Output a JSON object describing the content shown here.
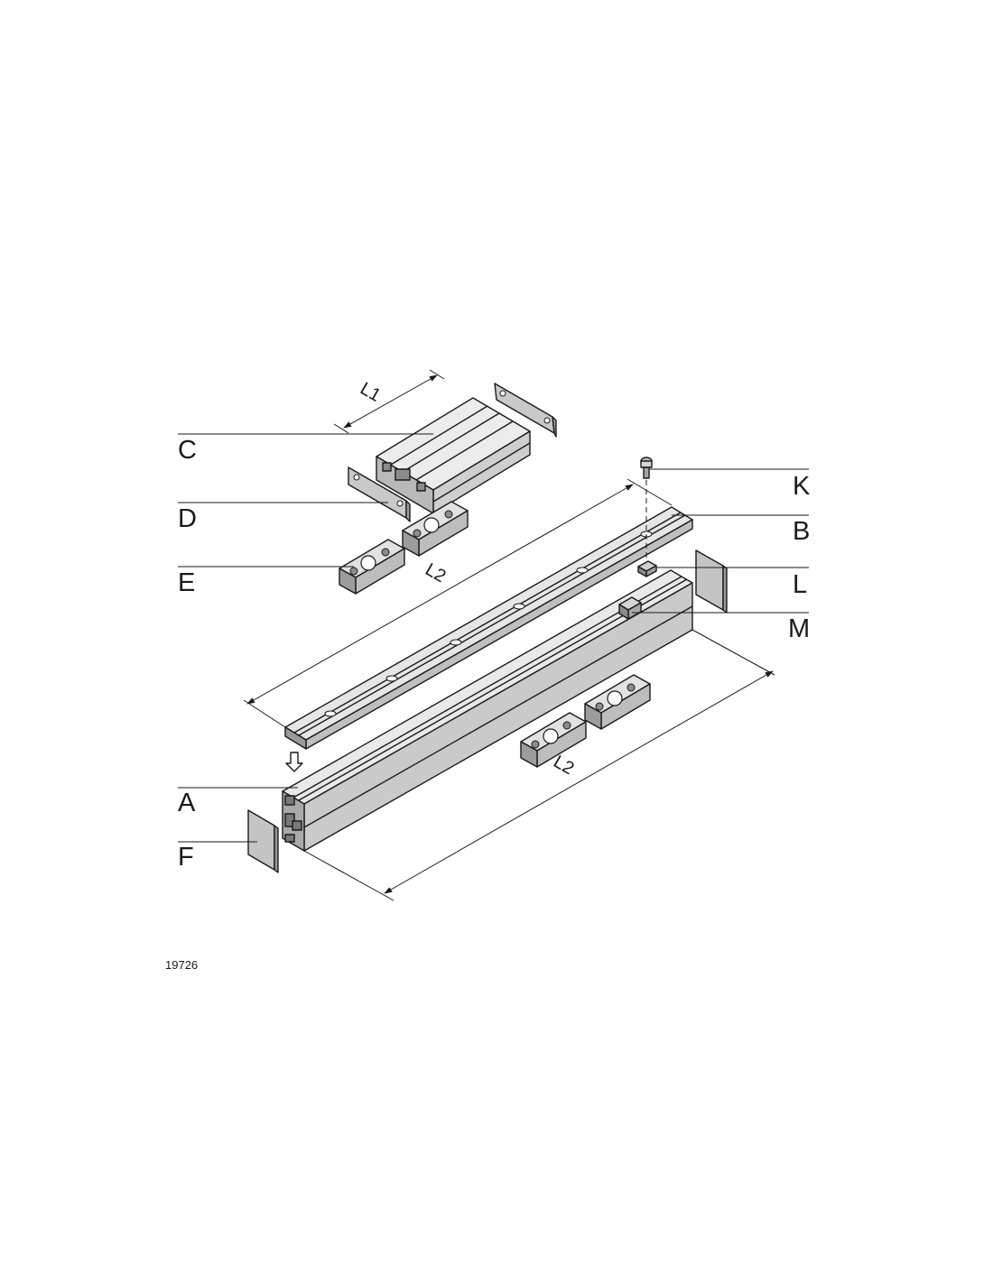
{
  "callouts": {
    "a": "A",
    "b": "B",
    "c": "C",
    "d": "D",
    "e": "E",
    "f": "F",
    "k": "K",
    "l": "L",
    "m": "M"
  },
  "dimensions": {
    "l1": "L1",
    "l2_rail": "L2",
    "l2_profile": "L2"
  },
  "figure_number": "19726",
  "colors": {
    "line": "#1a1a1a",
    "face_light": "#e6e6e6",
    "face_mid": "#cfcfcf",
    "face_dark": "#a9a9a9",
    "end_cap": "#c4c4c4"
  }
}
